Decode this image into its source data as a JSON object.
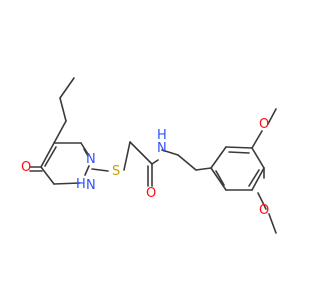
{
  "atom_labels": {
    "o_carbonyl_ring": "O",
    "nh_ring": "H",
    "n_ring_lower": "N",
    "n_ring_upper": "N",
    "s_thioether": "S",
    "o_amide": "O",
    "nh_amide": "H",
    "n_amide": "N",
    "o_methoxy_upper": "O",
    "o_methoxy_lower": "O"
  },
  "colors": {
    "bond": "#3a3a3a",
    "nitrogen": "#3050f8",
    "oxygen": "#ff0d0d",
    "sulfur": "#c8a000"
  }
}
